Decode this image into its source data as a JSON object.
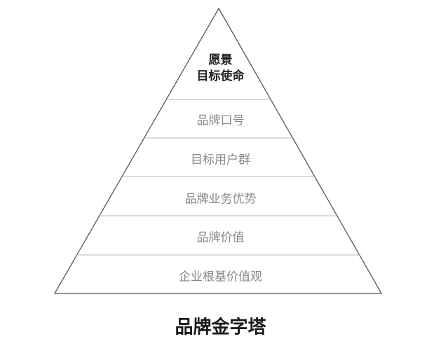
{
  "levels": [
    {
      "line1": "愿景",
      "line2": "目标使命"
    },
    {
      "label": "品牌口号"
    },
    {
      "label": "目标用户群"
    },
    {
      "label": "品牌业务优势"
    },
    {
      "label": "品牌价值"
    },
    {
      "label": "企业根基价值观"
    }
  ],
  "title": "品牌金字塔",
  "colors": {
    "outline": "#555555",
    "divider": "#c8c8c8",
    "label": "#8a8a8a",
    "top_label": "#222222"
  }
}
